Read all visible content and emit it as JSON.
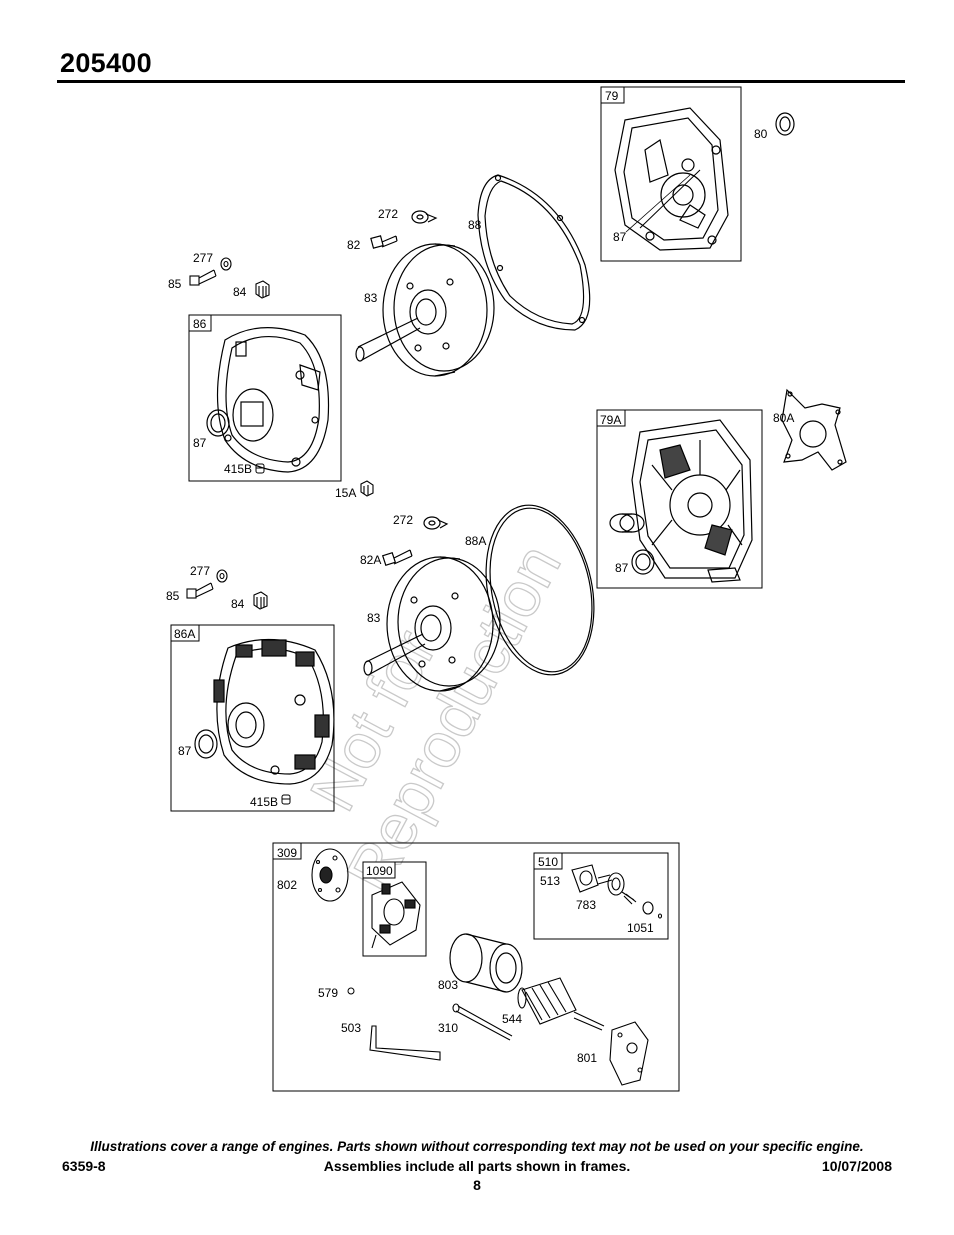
{
  "header": {
    "title": "205400"
  },
  "watermark": {
    "line1": "Not for",
    "line2": "Reproduction"
  },
  "frames": {
    "f79": "79",
    "f86": "86",
    "f79a": "79A",
    "f86a": "86A",
    "f309": "309",
    "f1090": "1090",
    "f510": "510"
  },
  "labels": {
    "l80": "80",
    "l87_top": "87",
    "l272_top": "272",
    "l88": "88",
    "l82": "82",
    "l277_top": "277",
    "l85_top": "85",
    "l84_top": "84",
    "l83_top": "83",
    "l87_86": "87",
    "l415b_top": "415B",
    "l80a": "80A",
    "l15a": "15A",
    "l272_mid": "272",
    "l88a": "88A",
    "l82a": "82A",
    "l87_79a": "87",
    "l277_mid": "277",
    "l85_mid": "85",
    "l84_mid": "84",
    "l83_mid": "83",
    "l87_86a": "87",
    "l415b_bot": "415B",
    "l802": "802",
    "l513": "513",
    "l783": "783",
    "l1051": "1051",
    "l579": "579",
    "l803": "803",
    "l503": "503",
    "l310": "310",
    "l544": "544",
    "l801": "801"
  },
  "footer": {
    "note": "Illustrations cover a range of engines. Parts shown without corresponding text may not be used on your specific engine.",
    "doc_number": "6359-8",
    "assemblies": "Assemblies include all parts shown in frames.",
    "date": "10/07/2008",
    "page": "8"
  }
}
